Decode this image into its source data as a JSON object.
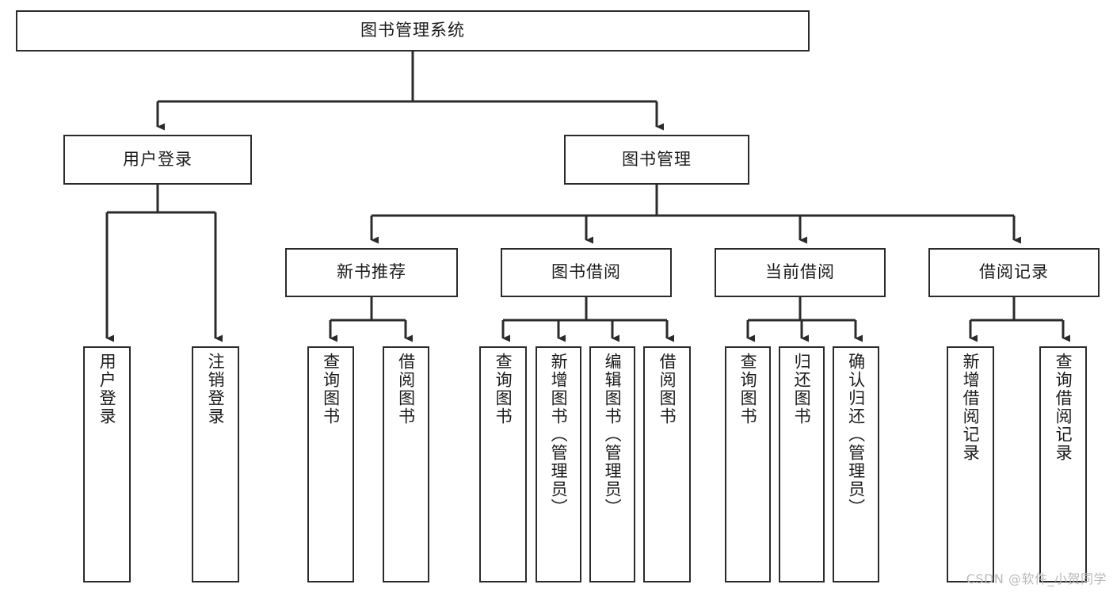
{
  "diagram": {
    "type": "hierarchy-tree",
    "root": {
      "id": "root",
      "label": "图书管理系统"
    },
    "level2": [
      {
        "id": "user-login",
        "label": "用户登录"
      },
      {
        "id": "book-management",
        "label": "图书管理"
      }
    ],
    "level3": [
      {
        "id": "new-book-recommend",
        "label": "新书推荐",
        "parent": "book-management"
      },
      {
        "id": "book-borrow",
        "label": "图书借阅",
        "parent": "book-management"
      },
      {
        "id": "current-borrow",
        "label": "当前借阅",
        "parent": "book-management"
      },
      {
        "id": "borrow-record",
        "label": "借阅记录",
        "parent": "book-management"
      }
    ],
    "leaves": [
      {
        "id": "leaf-user-login",
        "label": "用户登录",
        "parent": "user-login"
      },
      {
        "id": "leaf-user-logout",
        "label": "注销登录",
        "parent": "user-login"
      },
      {
        "id": "leaf-query-book-1",
        "label": "查询图书",
        "parent": "new-book-recommend"
      },
      {
        "id": "leaf-borrow-book-1",
        "label": "借阅图书",
        "parent": "new-book-recommend"
      },
      {
        "id": "leaf-query-book-2",
        "label": "查询图书",
        "parent": "book-borrow"
      },
      {
        "id": "leaf-add-book",
        "label": "新增图书（管理员）",
        "parent": "book-borrow"
      },
      {
        "id": "leaf-edit-book",
        "label": "编辑图书（管理员）",
        "parent": "book-borrow"
      },
      {
        "id": "leaf-borrow-book-2",
        "label": "借阅图书",
        "parent": "book-borrow"
      },
      {
        "id": "leaf-query-book-3",
        "label": "查询图书",
        "parent": "current-borrow"
      },
      {
        "id": "leaf-return-book",
        "label": "归还图书",
        "parent": "current-borrow"
      },
      {
        "id": "leaf-confirm-return",
        "label": "确认归还（管理员）",
        "parent": "current-borrow"
      },
      {
        "id": "leaf-add-record",
        "label": "新增借阅记录",
        "parent": "borrow-record"
      },
      {
        "id": "leaf-query-record",
        "label": "查询借阅记录",
        "parent": "borrow-record"
      }
    ],
    "colors": {
      "stroke": "#2b2b2b",
      "fill": "#ffffff",
      "text": "#1b1b1b",
      "watermark": "#b9b9b9"
    }
  },
  "watermark": {
    "text": "CSDN @软件_小贺同学"
  }
}
